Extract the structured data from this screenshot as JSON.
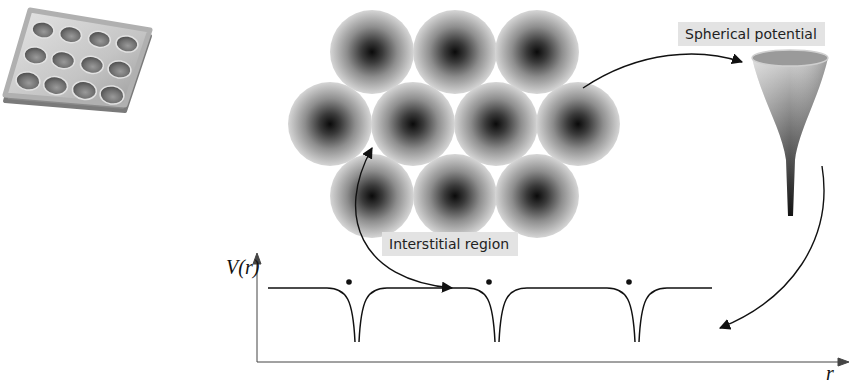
{
  "diagram": {
    "nodes": [
      {
        "text": [
          "Spherical potential"
        ]
      },
      {
        "text": [
          "Interstitial region"
        ]
      }
    ],
    "labels": [
      "V(r)",
      "r"
    ]
  }
}
